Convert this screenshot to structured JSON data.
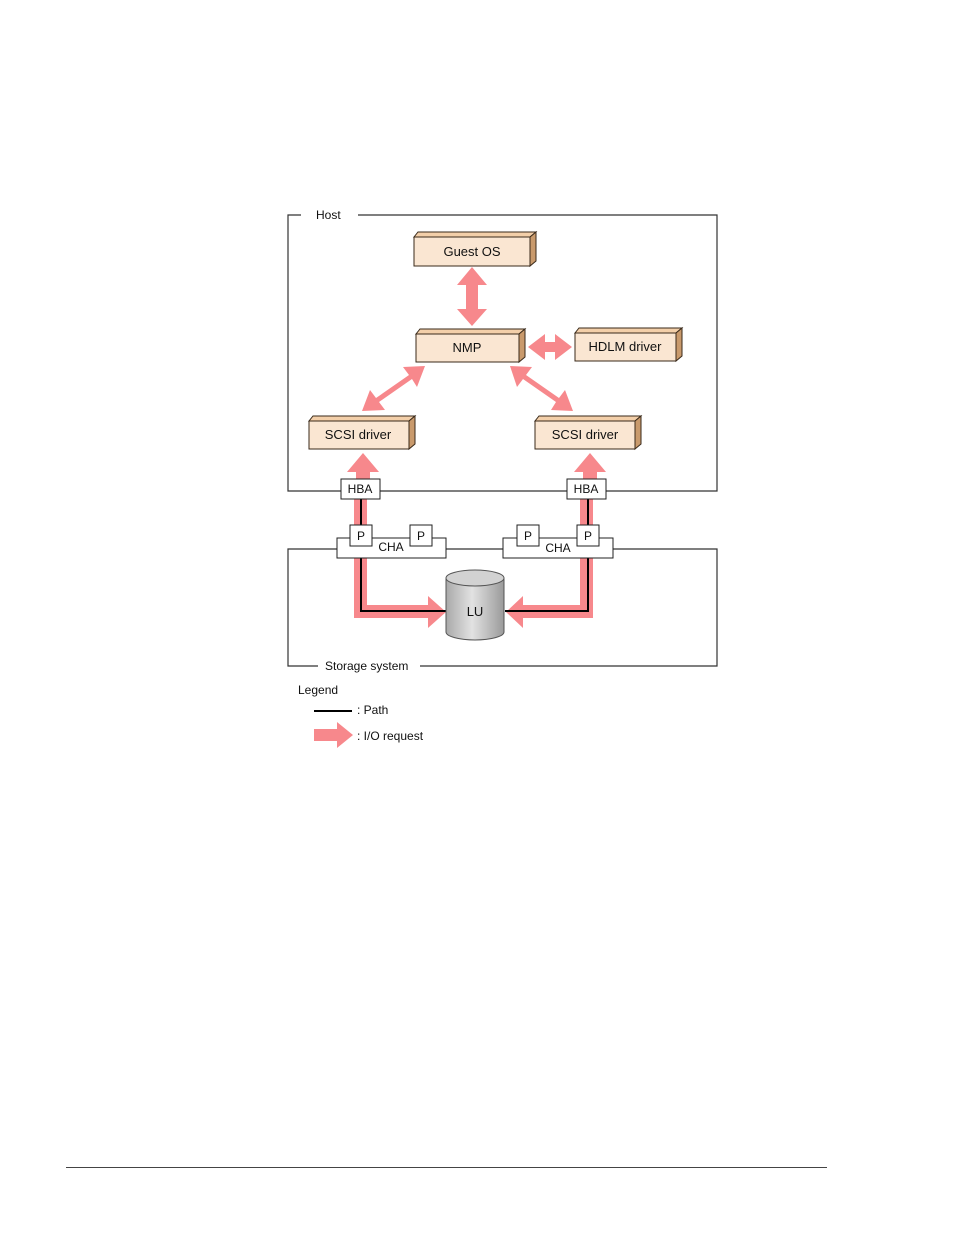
{
  "host": {
    "label": "Host"
  },
  "storage": {
    "label": "Storage system"
  },
  "components": {
    "guest_os": "Guest OS",
    "nmp": "NMP",
    "hdlm_driver": "HDLM driver",
    "scsi_left": "SCSI driver",
    "scsi_right": "SCSI driver"
  },
  "adapters": {
    "hba_left": "HBA",
    "hba_right": "HBA",
    "cha_left": "CHA",
    "cha_right": "CHA",
    "port": "P"
  },
  "lu": {
    "label": "LU"
  },
  "legend": {
    "title": "Legend",
    "path": ": Path",
    "io_request": ": I/O request"
  },
  "colors": {
    "io_arrow": "#f7888c",
    "box_fill": "#fae6d2",
    "box_side": "#c99a6c"
  }
}
